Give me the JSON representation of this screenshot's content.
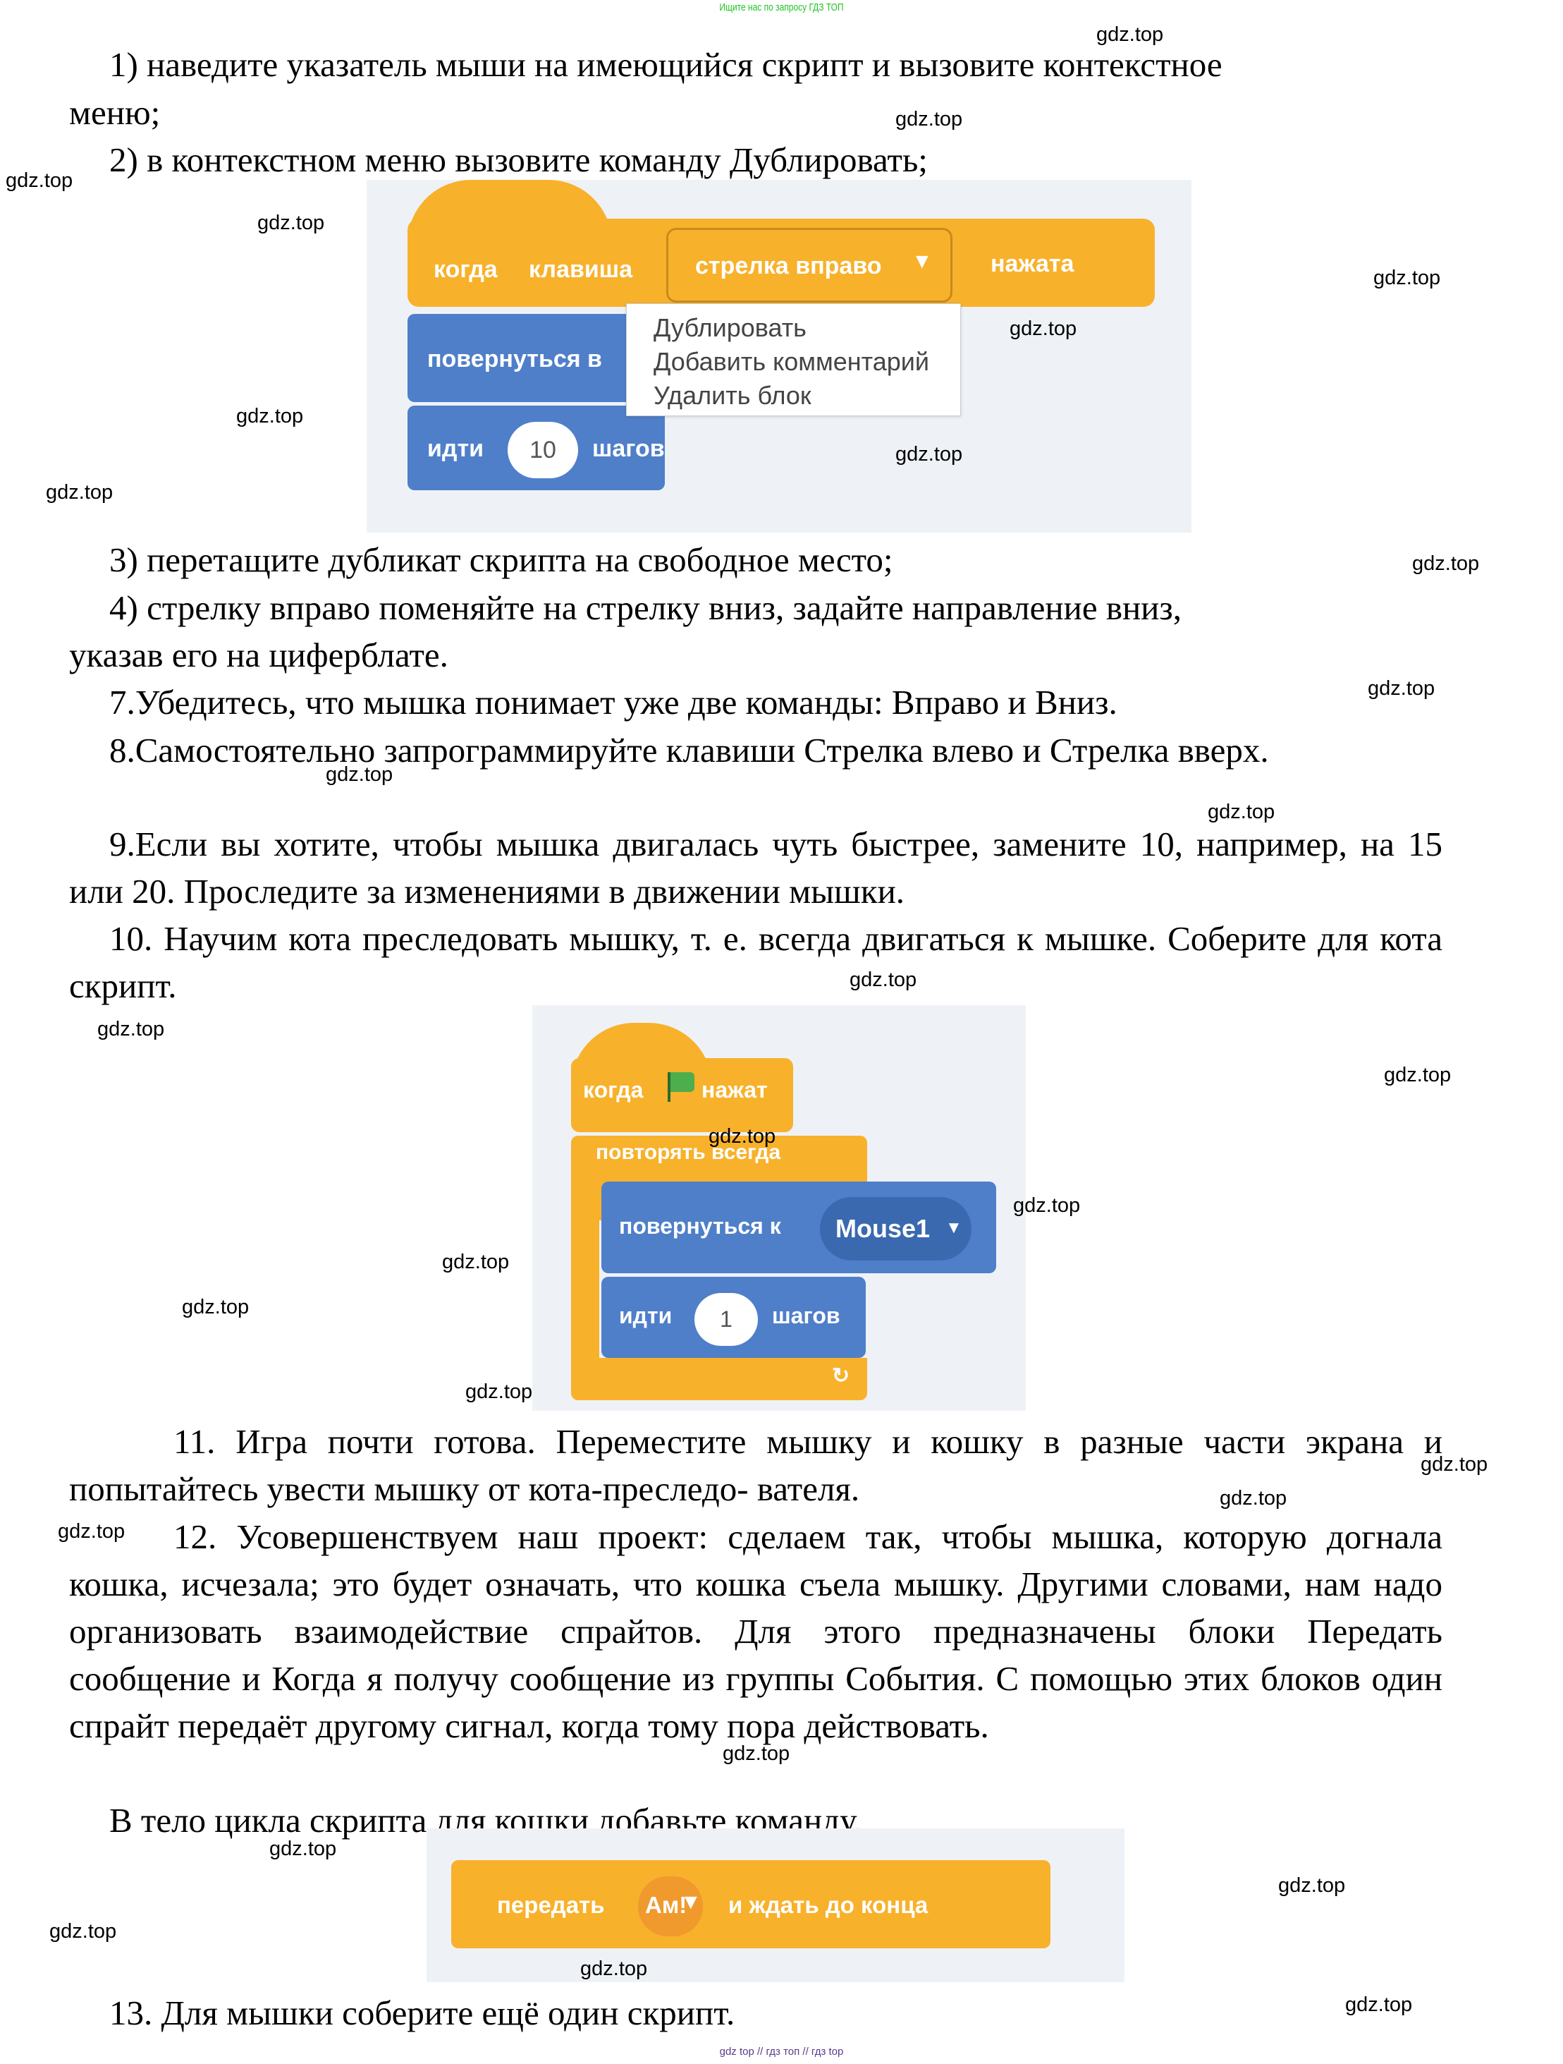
{
  "header": {
    "banner": "Ищите нас по запросу ГДЗ ТОП"
  },
  "watermark": "gdz.top",
  "steps": {
    "s1a": "1) наведите указатель мыши на имеющийся скрипт и вызовите контекстное",
    "s1b": "меню;",
    "s2": "2) в контекстном меню вызовите команду Дублировать;",
    "s3": "3) перетащите дубликат скрипта на свободное место;",
    "s4a": "4) стрелку вправо поменяйте на стрелку вниз, задайте направление вниз,",
    "s4b": "указав его на циферблате.",
    "s7": "7.Убедитесь, что мышка понимает уже две команды: Вправо и Вниз.",
    "s8": "8.Самостоятельно запрограммируйте клавиши Стрелка влево и Стрелка вверх.",
    "s9": "9.Если вы хотите, чтобы мышка двигалась чуть быстрее, замените 10, например, на 15 или 20. Проследите за изменениями в движении мышки.",
    "s10": "10. Научим кота преследовать мышку, т. е. всегда двигаться к мышке. Соберите для кота скрипт.",
    "s11": "11. Игра почти готова. Переместите мышку и кошку в разные части экрана и попытайтесь увести мышку от кота-преследо- вателя.",
    "s12": "12. Усовершенствуем наш проект: сделаем так, чтобы мышка, которую догнала кошка, исчезала; это будет означать, что кошка съела мышку. Другими словами, нам надо организовать взаимодействие спрайтов. Для этого предназначены блоки Передать сообщение и Когда я получу сообщение из группы События. С помощью этих блоков один спрайт передаёт другому сигнал, когда тому пора действовать.",
    "body_cat": "В тело цикла скрипта для кошки добавьте команду.",
    "s13": "13. Для мышки соберите ещё один скрипт."
  },
  "figure1": {
    "hat": {
      "when": "когда",
      "key": "клавиша",
      "dropdown": "стрелка вправо",
      "pressed": "нажата"
    },
    "turn": "повернуться в",
    "move": {
      "go": "идти",
      "value": "10",
      "steps": "шагов"
    },
    "context_menu": [
      "Дублировать",
      "Добавить комментарий",
      "Удалить блок"
    ]
  },
  "figure2": {
    "hat": {
      "when": "когда",
      "pressed": "нажат"
    },
    "forever": "повторять всегда",
    "turn": {
      "label": "повернуться к",
      "target": "Mouse1"
    },
    "move": {
      "go": "идти",
      "value": "1",
      "steps": "шагов"
    }
  },
  "figure3": {
    "broadcast": "передать",
    "message": "Ам!",
    "wait": "и ждать до конца"
  },
  "footer": "gdz top // гдз топ // гдз top",
  "colors": {
    "events": "#f8b12b",
    "motion": "#4f7fc9",
    "banner": "#22c422",
    "footer": "#5b3b8c"
  }
}
